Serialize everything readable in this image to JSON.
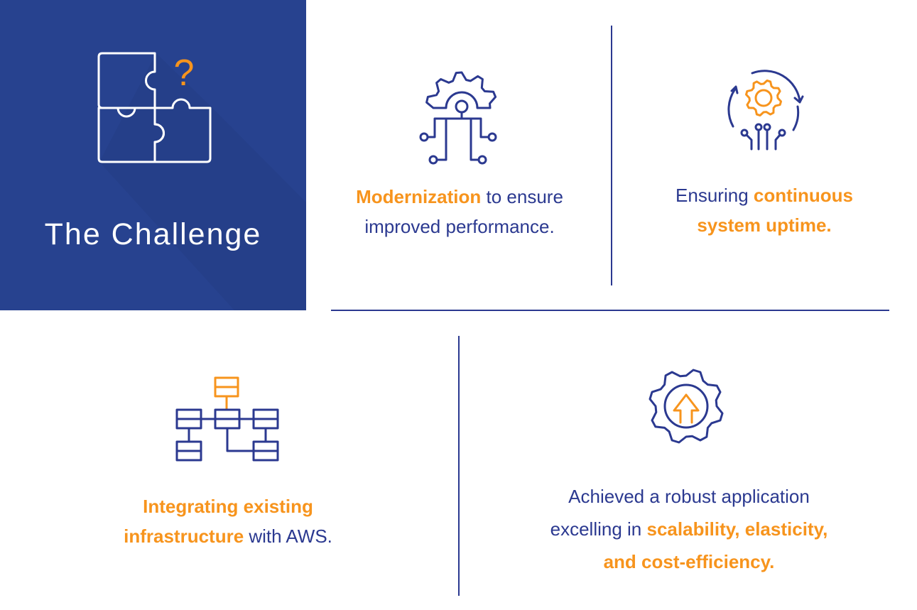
{
  "challenge": {
    "title": "The Challenge",
    "icon": "puzzle-question-icon",
    "question_mark": "?"
  },
  "colors": {
    "panel": "#27428f",
    "primary": "#2b3990",
    "accent": "#f7941d"
  },
  "items": [
    {
      "icon": "gear-circuit-icon",
      "highlight": "Modernization",
      "text1": " to ensure",
      "text2": "improved performance."
    },
    {
      "icon": "gear-cycle-icon",
      "text_pre": "Ensuring ",
      "highlight1": "continuous",
      "highlight2": "system uptime."
    },
    {
      "icon": "infrastructure-diagram-icon",
      "highlight1": "Integrating existing",
      "highlight2": "infrastructure",
      "text2": " with AWS."
    },
    {
      "icon": "gear-upgrade-icon",
      "text1": "Achieved a robust application",
      "text2": "excelling in ",
      "highlight1": "scalability, elasticity,",
      "highlight2": "and cost-efficiency."
    }
  ]
}
